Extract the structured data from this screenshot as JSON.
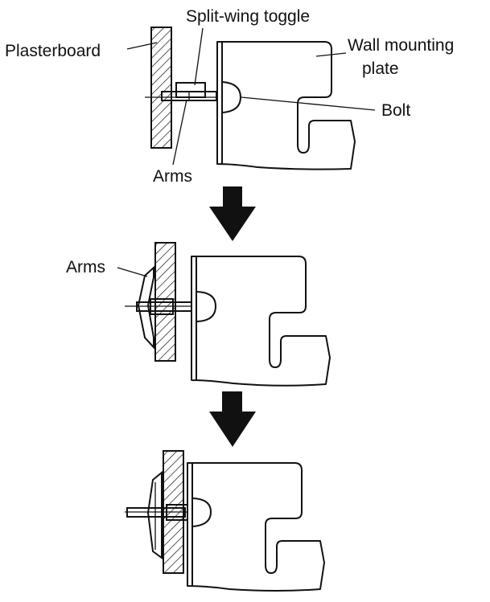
{
  "labels": {
    "plasterboard": "Plasterboard",
    "split_wing_toggle": "Split-wing toggle",
    "wall_mounting_plate_line1": "Wall mounting",
    "wall_mounting_plate_line2": "plate",
    "bolt": "Bolt",
    "arms_step1": "Arms",
    "arms_step2": "Arms"
  },
  "colors": {
    "ink": "#111111",
    "background": "#ffffff"
  },
  "icons": [
    "down-arrow-icon",
    "down-arrow-icon"
  ]
}
